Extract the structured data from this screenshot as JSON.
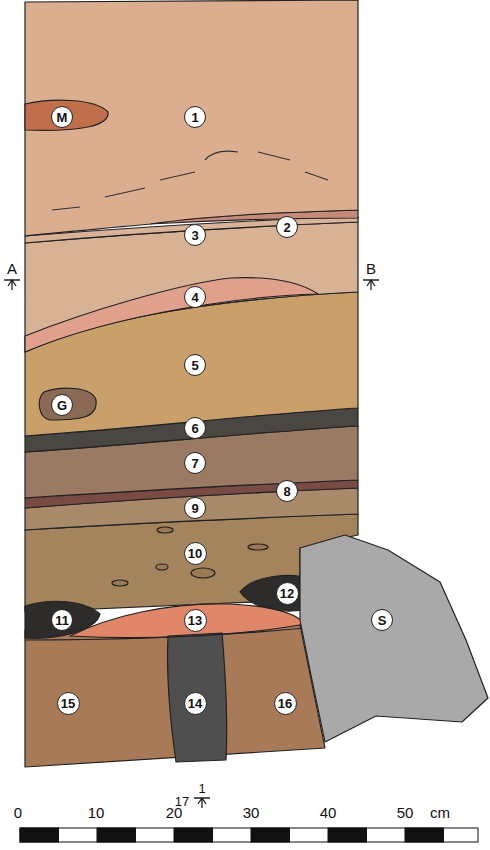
{
  "diagram": {
    "nodes": [
      {
        "text": [
          "M"
        ]
      },
      {
        "text": [
          "1"
        ]
      },
      {
        "text": [
          "2"
        ]
      },
      {
        "text": [
          "3"
        ]
      },
      {
        "text": [
          "4"
        ]
      },
      {
        "text": [
          "5"
        ]
      },
      {
        "text": [
          "G"
        ]
      },
      {
        "text": [
          "6"
        ]
      },
      {
        "text": [
          "7"
        ]
      },
      {
        "text": [
          "8"
        ]
      },
      {
        "text": [
          "9"
        ]
      },
      {
        "text": [
          "10"
        ]
      },
      {
        "text": [
          "12"
        ]
      },
      {
        "text": [
          "11"
        ]
      },
      {
        "text": [
          "13"
        ]
      },
      {
        "text": [
          "S"
        ]
      },
      {
        "text": [
          "15"
        ]
      },
      {
        "text": [
          "14"
        ]
      },
      {
        "text": [
          "16"
        ]
      }
    ],
    "labels": [
      "A",
      "B",
      "17",
      "1",
      "0",
      "10",
      "20",
      "30",
      "40",
      "50",
      "cm"
    ]
  }
}
